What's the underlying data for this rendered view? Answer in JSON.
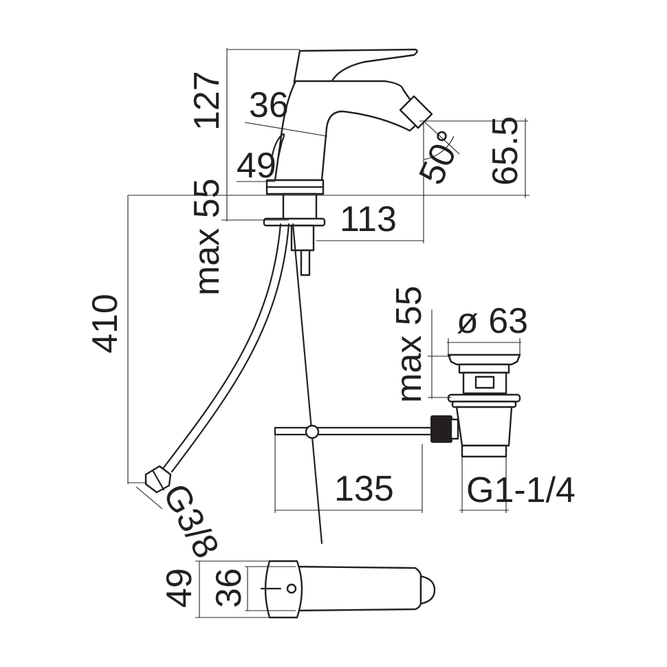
{
  "labels": {
    "h127": "127",
    "d36": "36",
    "d49": "49",
    "max55_top": "max 55",
    "d113": "113",
    "angle50": "50°",
    "h65_5": "65.5",
    "h410": "410",
    "max55_waste": "max 55",
    "dia63": "ø 63",
    "d135": "135",
    "g1_1_4": "G1-1/4",
    "g3_8": "G3/8",
    "w49": "49",
    "w36": "36"
  }
}
